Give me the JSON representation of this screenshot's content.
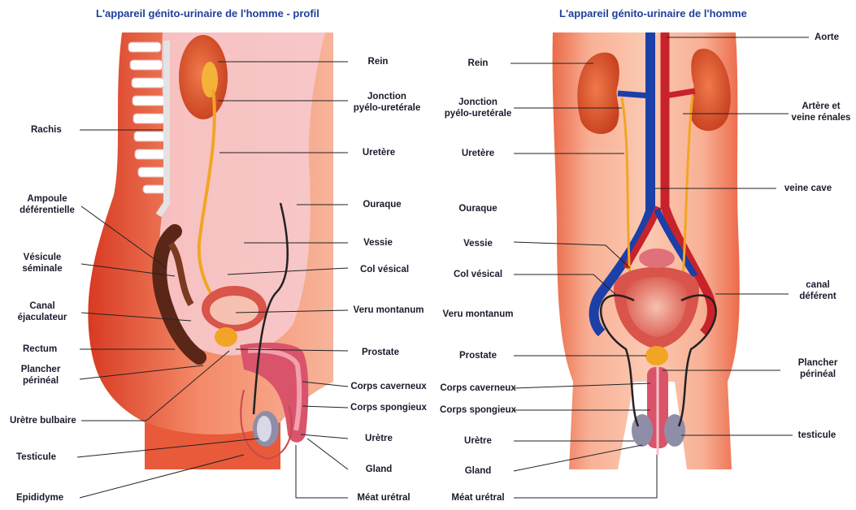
{
  "left_panel": {
    "title": "L'appareil génito-urinaire de l'homme - profil",
    "labels_left": {
      "rachis": "Rachis",
      "ampoule_1": "Ampoule",
      "ampoule_2": "déférentielle",
      "vesicule_1": "Vésicule",
      "vesicule_2": "séminale",
      "canal_1": "Canal",
      "canal_2": "éjaculateur",
      "rectum": "Rectum",
      "plancher_1": "Plancher",
      "plancher_2": "périnéal",
      "uretre_bulbaire": "Urètre bulbaire",
      "testicule": "Testicule",
      "epididyme": "Epididyme"
    },
    "labels_right": {
      "rein": "Rein",
      "jonction_1": "Jonction",
      "jonction_2": "pyélo-uretérale",
      "uretere": "Uretère",
      "ouraque": "Ouraque",
      "vessie": "Vessie",
      "col_vesical": "Col vésical",
      "veru_montanum": "Veru montanum",
      "prostate": "Prostate",
      "corps_caverneux": "Corps caverneux",
      "corps_spongieux": "Corps spongieux",
      "uretre": "Urètre",
      "gland": "Gland",
      "meat_uretral": "Méat urétral"
    }
  },
  "right_panel": {
    "title": "L'appareil génito-urinaire de l'homme",
    "labels_left": {
      "rein": "Rein",
      "jonction_1": "Jonction",
      "jonction_2": "pyélo-uretérale",
      "uretere": "Uretère",
      "ouraque": "Ouraque",
      "vessie": "Vessie",
      "col_vesical": "Col vésical",
      "veru_montanum": "Veru montanum",
      "prostate": "Prostate",
      "corps_caverneux": "Corps caverneux",
      "corps_spongieux": "Corps spongieux",
      "uretre": "Urètre",
      "gland": "Gland",
      "meat_uretral": "Méat urétral"
    },
    "labels_right": {
      "aorte": "Aorte",
      "artere_1": "Artère et",
      "artere_2": "veine rénales",
      "veine_cave": "veine cave",
      "canal_1": "canal",
      "canal_2": "déférent",
      "plancher_1": "Plancher",
      "plancher_2": "périnéal",
      "testicule": "testicule"
    }
  },
  "colors": {
    "title": "#1f3f9c",
    "skin": "#f08a6a",
    "skin_dark": "#d9462f",
    "organ": "#e8747d",
    "kidney": "#d9542c",
    "ureter": "#f2a524",
    "aorta": "#c8222a",
    "vena_cava": "#1c3fa8",
    "leader_line": "#222222"
  }
}
